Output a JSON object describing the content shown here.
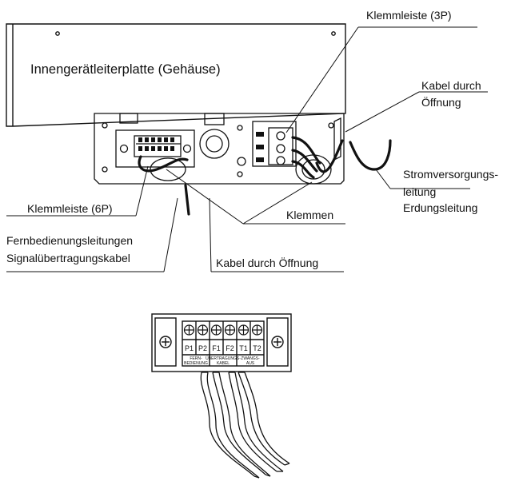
{
  "top_diagram": {
    "board_title": "Innengerätleiterplatte (Gehäuse)",
    "terminal_3p": "Klemmleiste (3P)",
    "cable_through_opening_right": [
      "Kabel durch",
      "Öffnung"
    ],
    "power_supply": [
      "Stromversorgungs-",
      "leitung"
    ],
    "earth_line": "Erdungsleitung",
    "terminal_6p": "Klemmleiste (6P)",
    "clamps": "Klemmen",
    "remote_lines": "Fernbedienungsleitungen",
    "signal_cable": "Signalübertragungskabel",
    "cable_through_opening_bottom": "Kabel durch Öffnung"
  },
  "terminal_detail": {
    "terminals": [
      "P1",
      "P2",
      "F1",
      "F2",
      "T1",
      "T2"
    ],
    "groups": [
      [
        "FERN-",
        "BEDIENUNG"
      ],
      [
        "ÜBERTRAGUNGS-",
        "KABEL"
      ],
      [
        "ZWANGS-",
        "AUS"
      ]
    ]
  }
}
